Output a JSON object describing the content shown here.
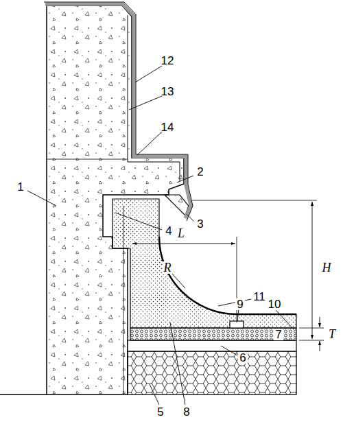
{
  "diagram": {
    "labels": [
      "12",
      "13",
      "14",
      "2",
      "3",
      "4",
      "1",
      "L",
      "R",
      "H",
      "11",
      "9",
      "10",
      "T",
      "7",
      "6",
      "5",
      "8"
    ]
  }
}
